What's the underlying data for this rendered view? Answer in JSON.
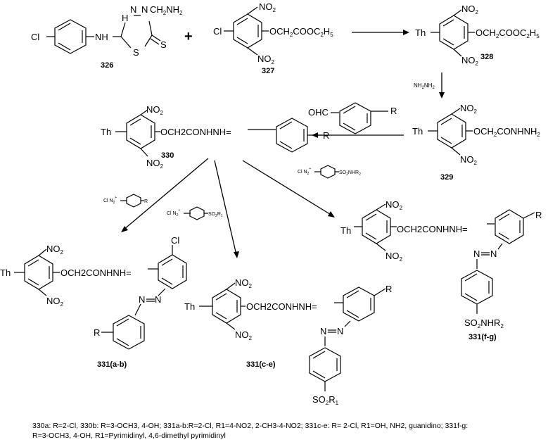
{
  "compounds": {
    "c326": {
      "id": "326",
      "substituent_cl": "Cl",
      "nh": "NH",
      "h_n": "H",
      "n_ring": "N",
      "ch2nh2": "CH2NH2",
      "s_ring": "S",
      "s_thione": "S"
    },
    "c327": {
      "id": "327",
      "cl": "Cl",
      "no2_top": "NO2",
      "no2_bottom": "NO2",
      "side_chain": "OCH2COOC2H5"
    },
    "c328": {
      "id": "328",
      "th": "Th",
      "no2_top": "NO2",
      "no2_bottom": "NO2",
      "side_chain": "OCH2COOC2H5"
    },
    "c329": {
      "id": "329",
      "th": "Th",
      "no2_top": "NO2",
      "no2_bottom": "NO2",
      "side_chain": "OCH2CONHNH2"
    },
    "c330": {
      "id": "330",
      "th": "Th",
      "no2_top": "NO2",
      "no2_bottom": "NO2",
      "side_chain": "OCH2CONHNH=",
      "r": "R"
    },
    "c331ab": {
      "id": "331(a-b)",
      "th": "Th",
      "no2_top": "NO2",
      "no2_bottom": "NO2",
      "side_chain": "OCH2CONHNH=",
      "cl": "Cl",
      "azo": "N=N",
      "r": "R"
    },
    "c331ce": {
      "id": "331(c-e)",
      "th": "Th",
      "no2_top": "NO2",
      "no2_bottom": "NO2",
      "side_chain": "OCH2CONHNH=",
      "r": "R",
      "azo": "N=N",
      "so2r1": "SO2R1"
    },
    "c331fg": {
      "id": "331(f-g)",
      "th": "Th",
      "no2_top": "NO2",
      "no2_bottom": "NO2",
      "side_chain": "OCH2CONHNH=",
      "r": "R",
      "azo": "N=N",
      "so2nhr2": "SO2NHR2"
    }
  },
  "symbols": {
    "plus": "+"
  },
  "reagents": {
    "hydrazine": "NH2NH2",
    "aldehyde_cho": "OHC",
    "aldehyde_r": "R",
    "diazo_r": "Cl N2",
    "diazo_r_sub": "R",
    "diazo_so2r1": "Cl N2",
    "diazo_so2r1_sub": "SO2R1",
    "diazo_so2nhr2": "Cl N2",
    "diazo_so2nhr2_sub": "SO2NHR2"
  },
  "footnote": {
    "line1": "330a: R=2-Cl, 330b: R=3-OCH3, 4-OH; 331a-b:R=2-Cl, R1=4-NO2, 2-CH3-4-NO2; 331c-e: R= 2-Cl, R1=OH, NH2, guanidino; 331f-g:",
    "line2": "R=3-OCH3, 4-OH, R1=Pyrimidinyl, 4,6-dimethyl pyrimidinyl"
  }
}
